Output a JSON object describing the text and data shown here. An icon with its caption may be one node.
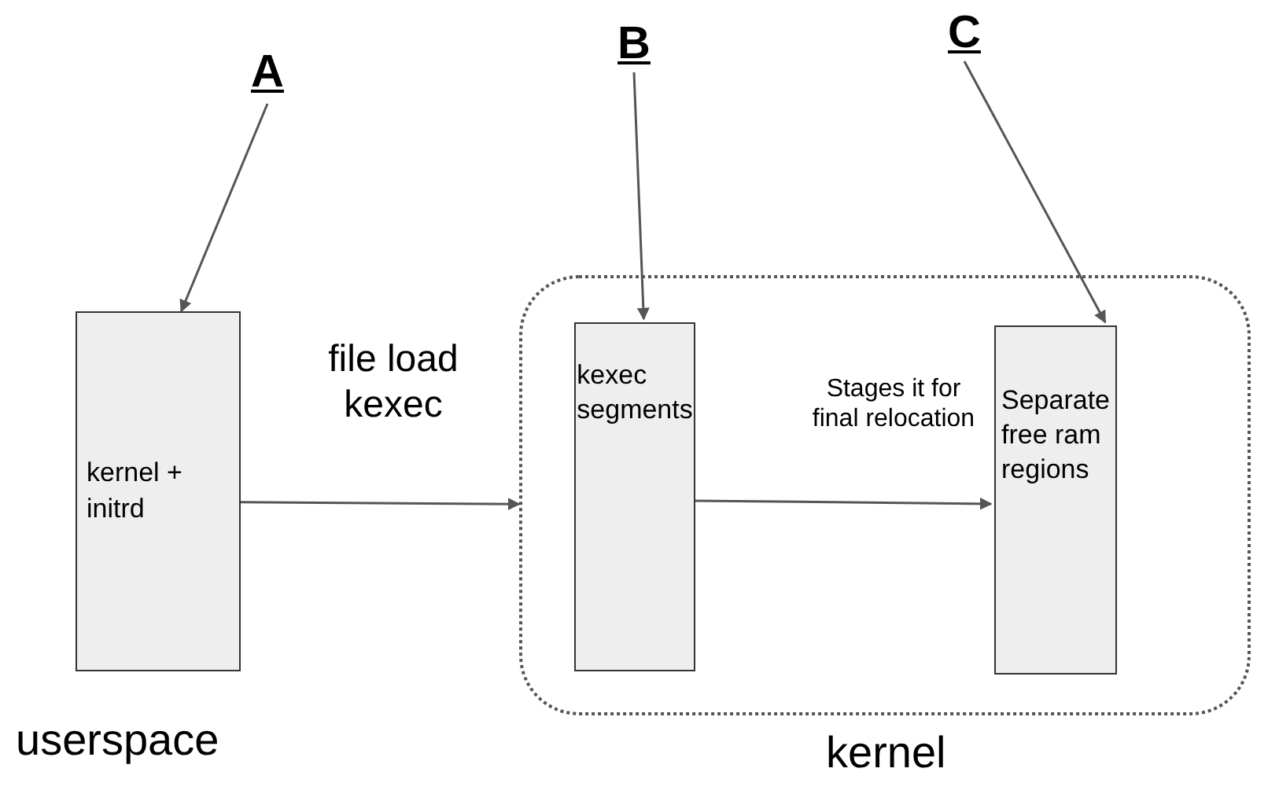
{
  "diagram": {
    "nodes": [
      {
        "text": [
          "A"
        ]
      },
      {
        "text": [
          "kernel + initrd"
        ]
      },
      {
        "text": [
          "B"
        ]
      },
      {
        "text": [
          "kernel"
        ]
      },
      {
        "text": [
          "kexec segments"
        ],
        "in": 3
      },
      {
        "text": [
          "C"
        ]
      },
      {
        "text": [
          "Separate free ram regions"
        ],
        "in": 3
      }
    ],
    "edges": [
      {
        "from": 0,
        "to": 1,
        "arrow": "to"
      },
      {
        "from": 2,
        "to": 4,
        "arrow": "to"
      },
      {
        "from": 5,
        "to": 6,
        "arrow": "to"
      },
      {
        "from": 1,
        "to": 3,
        "arrow": "to",
        "label": "file load kexec"
      },
      {
        "from": 4,
        "to": 6,
        "arrow": "to",
        "label": "Stages it for final relocation"
      }
    ],
    "labels": [
      "userspace"
    ]
  }
}
